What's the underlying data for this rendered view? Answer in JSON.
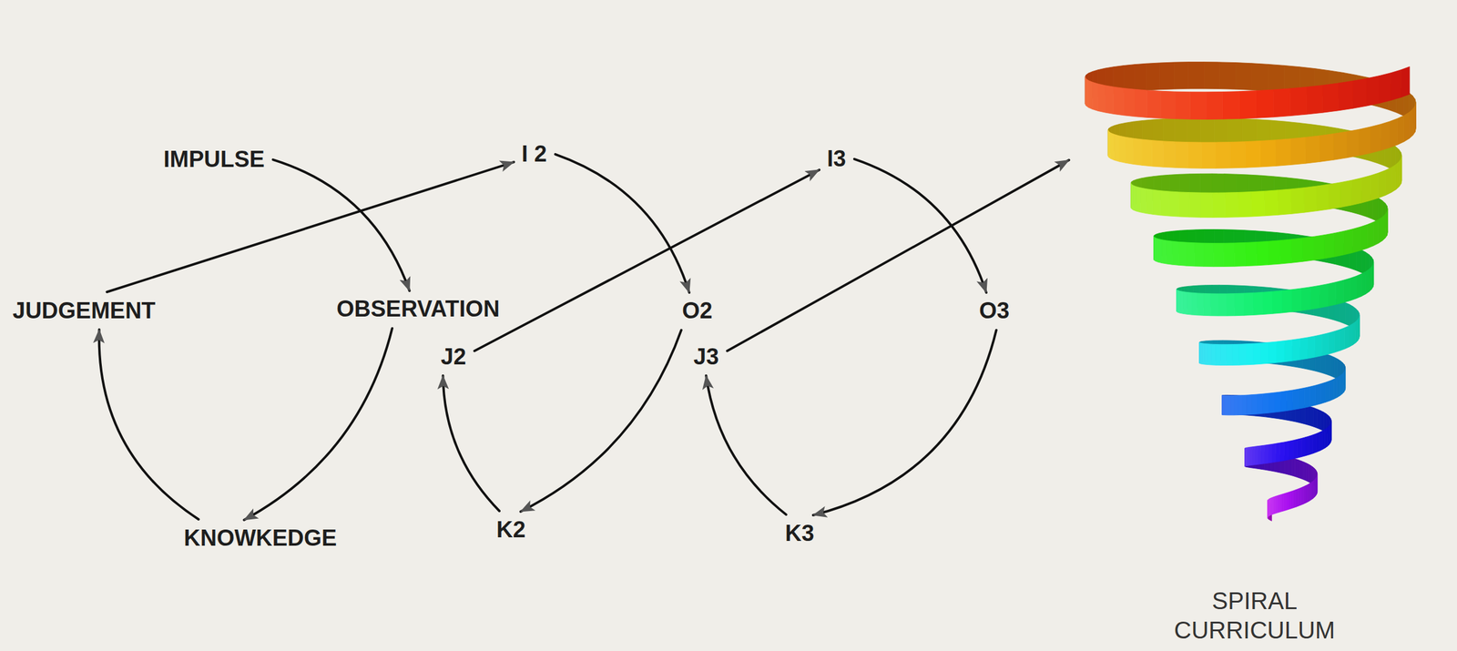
{
  "diagram": {
    "nodes": [
      {
        "text": [
          "IMPULSE"
        ]
      },
      {
        "text": [
          "I 2"
        ]
      },
      {
        "text": [
          "I3"
        ]
      },
      {
        "text": [
          "JUDGEMENT"
        ]
      },
      {
        "text": [
          "OBSERVATION"
        ]
      },
      {
        "text": [
          "O2"
        ]
      },
      {
        "text": [
          "O3"
        ]
      },
      {
        "text": [
          "J2"
        ]
      },
      {
        "text": [
          "J3"
        ]
      },
      {
        "text": [
          "KNOWKEDGE"
        ]
      },
      {
        "text": [
          "K2"
        ]
      },
      {
        "text": [
          "K3"
        ]
      },
      {
        "text": [
          "SPIRAL CURRICULUM"
        ]
      }
    ],
    "edges": [
      {
        "from": 0,
        "to": 4,
        "arrow": "to"
      },
      {
        "from": 4,
        "to": 9,
        "arrow": "to"
      },
      {
        "from": 9,
        "to": 3,
        "arrow": "to"
      },
      {
        "from": 3,
        "to": 1,
        "arrow": "to"
      },
      {
        "from": 1,
        "to": 5,
        "arrow": "to"
      },
      {
        "from": 5,
        "to": 10,
        "arrow": "to"
      },
      {
        "from": 10,
        "to": 7,
        "arrow": "to"
      },
      {
        "from": 7,
        "to": 2,
        "arrow": "to"
      },
      {
        "from": 2,
        "to": 6,
        "arrow": "to"
      },
      {
        "from": 6,
        "to": 11,
        "arrow": "to"
      },
      {
        "from": 11,
        "to": 8,
        "arrow": "to"
      },
      {
        "from": 8,
        "to": 12,
        "arrow": "to"
      }
    ]
  }
}
